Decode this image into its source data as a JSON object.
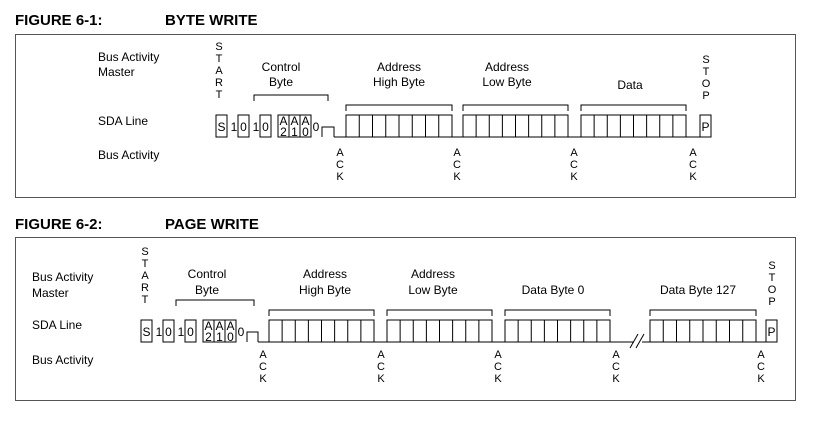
{
  "figure1": {
    "label": "FIGURE 6-1:",
    "title": "BYTE WRITE",
    "row_labels": {
      "master": [
        "Bus Activity",
        "Master"
      ],
      "sda": "SDA Line",
      "bus": "Bus Activity"
    },
    "start": "START",
    "stop": "STOP",
    "ack": "ACK",
    "fields": {
      "control": [
        "Control",
        "Byte"
      ],
      "addr_high": [
        "Address",
        "High Byte"
      ],
      "addr_low": [
        "Address",
        "Low Byte"
      ],
      "data": "Data"
    },
    "bits": {
      "s": "S",
      "b1": "1",
      "b2": "0",
      "b3": "1",
      "b4": "0",
      "a2": [
        "A",
        "2"
      ],
      "a1": [
        "A",
        "1"
      ],
      "a0": [
        "A",
        "0"
      ],
      "rw": "0",
      "p": "P"
    }
  },
  "figure2": {
    "label": "FIGURE 6-2:",
    "title": "PAGE WRITE",
    "row_labels": {
      "master": [
        "Bus Activity",
        "Master"
      ],
      "sda": "SDA Line",
      "bus": "Bus Activity"
    },
    "start": "START",
    "stop": "STOP",
    "ack": "ACK",
    "fields": {
      "control": [
        "Control",
        "Byte"
      ],
      "addr_high": [
        "Address",
        "High Byte"
      ],
      "addr_low": [
        "Address",
        "Low Byte"
      ],
      "data0": "Data Byte 0",
      "data127": "Data Byte 127"
    },
    "bits": {
      "s": "S",
      "b1": "1",
      "b2": "0",
      "b3": "1",
      "b4": "0",
      "a2": [
        "A",
        "2"
      ],
      "a1": [
        "A",
        "1"
      ],
      "a0": [
        "A",
        "0"
      ],
      "rw": "0",
      "p": "P"
    }
  }
}
